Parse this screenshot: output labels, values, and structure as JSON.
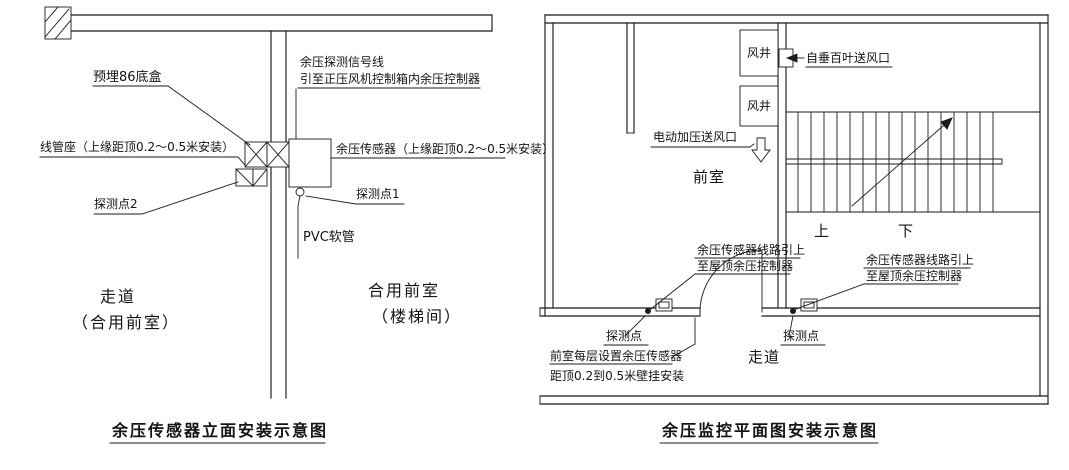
{
  "page": {
    "background": "#ffffff",
    "line_color": "#1b1b1b"
  },
  "elevation": {
    "title": "余压传感器立面安装示意图",
    "labels": {
      "embedded_box": "预埋86底盒",
      "signal_line1": "余压探测信号线",
      "signal_line2": "引至正压风机控制箱内余压控制器",
      "conduit_seat": "线管座（上缘距顶0.2～0.5米安装）",
      "sensor": "余压传感器（上缘距顶0.2～0.5米安装）",
      "detect_point2": "探测点2",
      "detect_point1": "探测点1",
      "pvc_hose": "PVC软管",
      "room_left_line1": "走道",
      "room_left_line2": "（合用前室）",
      "room_right_line1": "合用前室",
      "room_right_line2": "（楼梯间）"
    }
  },
  "plan": {
    "title": "余压监控平面图安装示意图",
    "labels": {
      "shaft_top": "风井",
      "shaft_bottom": "风井",
      "louver_outlet": "自垂百叶送风口",
      "electric_outlet": "电动加压送风口",
      "front_room": "前室",
      "stair_up": "上",
      "stair_down": "下",
      "riser_left_line1": "余压传感器线路引上",
      "riser_left_line2": "至屋顶余压控制器",
      "riser_right_line1": "余压传感器线路引上",
      "riser_right_line2": "至屋顶余压控制器",
      "detect_point_left": "探测点",
      "detect_point_right": "探测点",
      "note_line1": "前室每层设置余压传感器",
      "note_line2": "距顶0.2到0.5米壁挂安装",
      "corridor": "走道"
    }
  }
}
